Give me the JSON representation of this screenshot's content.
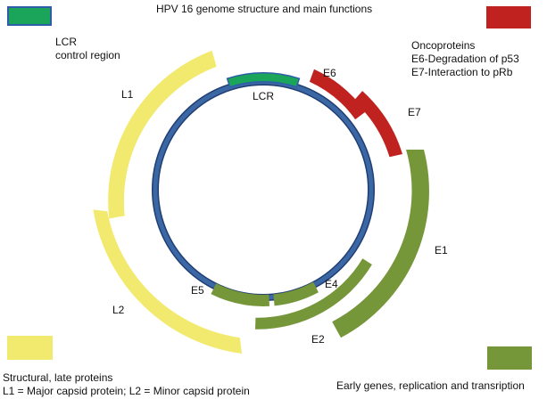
{
  "title": "HPV 16 genome structure and main functions",
  "colors": {
    "lcr": "#1aa55a",
    "lcr_border": "#2e5ea8",
    "oncoprotein": "#c0221f",
    "late": "#f2ea6e",
    "early": "#76963a",
    "genome_ring": "#3c67a5",
    "genome_ring_outline": "#1f3e72"
  },
  "legend": {
    "lcr": {
      "line1": "LCR",
      "line2": "control region"
    },
    "oncoproteins": {
      "line1": "Oncoproteins",
      "line2": "E6-Degradation of p53",
      "line3": "E7-Interaction to pRb"
    },
    "late": {
      "line1": "Structural, late proteins",
      "line2": "L1 = Major capsid protein; L2 = Minor capsid protein"
    },
    "early": {
      "line1": "Early genes, replication and transription"
    }
  },
  "labels": {
    "lcr": "LCR",
    "e6": "E6",
    "e7": "E7",
    "e1": "E1",
    "e2": "E2",
    "e4": "E4",
    "e5": "E5",
    "l1": "L1",
    "l2": "L2"
  }
}
